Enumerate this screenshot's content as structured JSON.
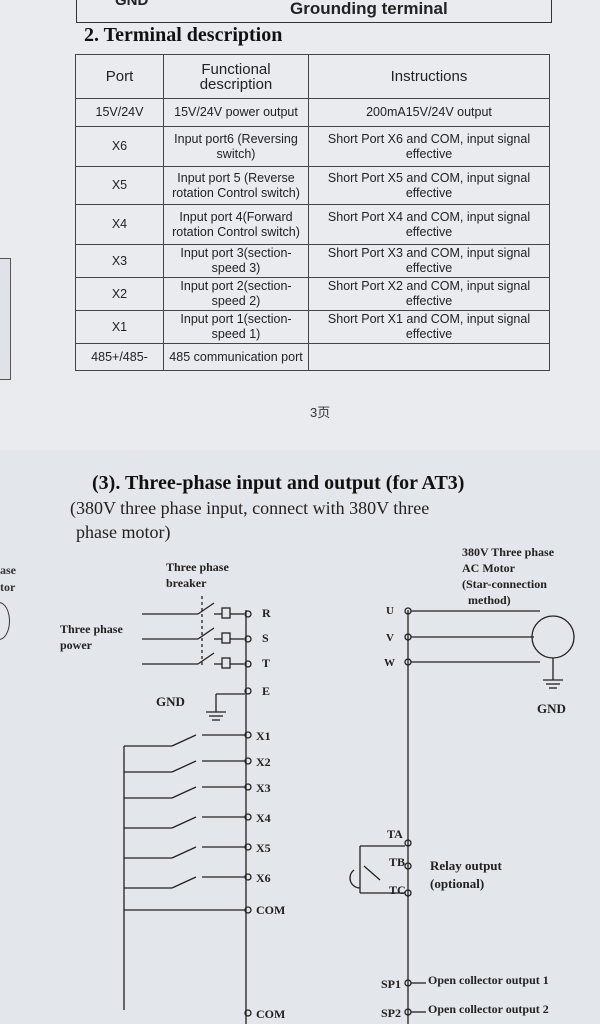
{
  "header": {
    "gnd": "GND",
    "grounding": "Grounding terminal"
  },
  "section2": {
    "title": "2. Terminal description",
    "columns": [
      "Port",
      "Functional description",
      "Instructions"
    ],
    "rows": [
      {
        "port": "15V/24V",
        "func": "15V/24V power output",
        "instr": "200mA15V/24V output"
      },
      {
        "port": "X6",
        "func": "Input port6 (Reversing switch)",
        "instr": "Short Port X6 and COM,  input signal effective"
      },
      {
        "port": "X5",
        "func": "Input port 5 (Reverse rotation Control switch)",
        "instr": "Short Port X5 and COM,  input signal effective"
      },
      {
        "port": "X4",
        "func": "Input port 4(Forward rotation Control switch)",
        "instr": "Short Port X4 and COM,  input signal effective"
      },
      {
        "port": "X3",
        "func": "Input port 3(section-speed 3)",
        "instr": "Short Port X3 and COM,  input signal effective"
      },
      {
        "port": "X2",
        "func": "Input port 2(section-speed 2)",
        "instr": "Short Port X2 and COM,  input signal effective"
      },
      {
        "port": "X1",
        "func": "Input port 1(section-speed 1)",
        "instr": "Short Port X1 and COM,  input signal effective"
      },
      {
        "port": "485+/485-",
        "func": "485 communication port",
        "instr": ""
      }
    ]
  },
  "page_number": "3页",
  "side_text": {
    "line1": "ase",
    "line2": "tor"
  },
  "section3": {
    "title": "(3). Three-phase input and output (for AT3)",
    "subtitle_line1": "(380V three phase input, connect with 380V three",
    "subtitle_line2": "phase motor)"
  },
  "diagram": {
    "breaker_label": [
      "Three phase",
      "breaker"
    ],
    "power_label": [
      "Three phase",
      "power"
    ],
    "motor_label": [
      "380V Three phase",
      "AC Motor",
      "(Star-connection",
      "method)"
    ],
    "input_terminals": [
      "R",
      "S",
      "T"
    ],
    "ground_terminal": "E",
    "output_terminals": [
      "U",
      "V",
      "W"
    ],
    "gnd_left": "GND",
    "gnd_right": "GND",
    "inputs": [
      "X1",
      "X2",
      "X3",
      "X4",
      "X5",
      "X6",
      "COM"
    ],
    "relay_terminals": [
      "TA",
      "TB",
      "TC"
    ],
    "relay_label": [
      "Relay output",
      "(optional)"
    ],
    "open_collector": [
      {
        "terminal": "SP1",
        "label": "Open collector output 1"
      },
      {
        "terminal": "SP2",
        "label": "Open collector output 2"
      }
    ],
    "bottom_com": "COM"
  }
}
